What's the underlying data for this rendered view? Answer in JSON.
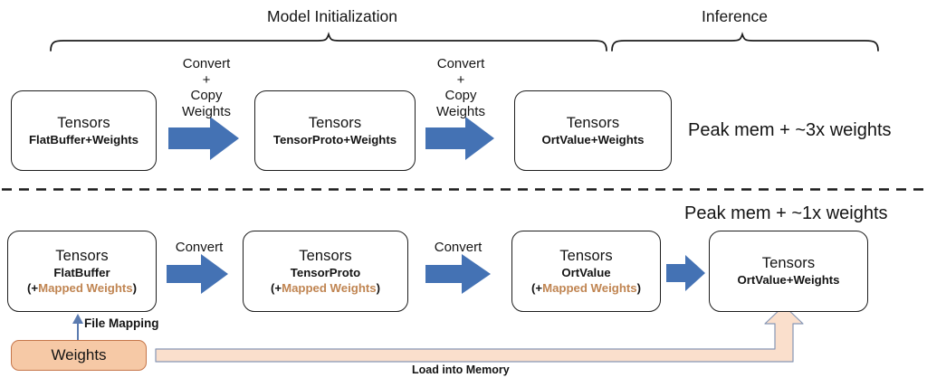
{
  "figure": {
    "title_top_left": "Model Initialization",
    "title_top_right": "Inference"
  },
  "top_row": {
    "phases": [
      {
        "label": "Model Initialization"
      },
      {
        "label": "Inference"
      }
    ],
    "boxes": [
      {
        "title": "Tensors",
        "sub": "FlatBuffer+Weights"
      },
      {
        "title": "Tensors",
        "sub": "TensorProto+Weights"
      },
      {
        "title": "Tensors",
        "sub": "OrtValue+Weights"
      }
    ],
    "arrows": [
      {
        "line1": "Convert",
        "line2": "+",
        "line3": "Copy",
        "line4": "Weights"
      },
      {
        "line1": "Convert",
        "line2": "+",
        "line3": "Copy",
        "line4": "Weights"
      }
    ],
    "peak_memory": "Peak mem + ~3x weights"
  },
  "bottom_row": {
    "peak_memory": "Peak mem + ~1x weights",
    "boxes": [
      {
        "title": "Tensors",
        "sub": "FlatBuffer",
        "mapped_open": "(+",
        "mapped_hl": "Mapped Weights",
        "mapped_close": ")"
      },
      {
        "title": "Tensors",
        "sub": "TensorProto",
        "mapped_open": "(+",
        "mapped_hl": "Mapped Weights",
        "mapped_close": ")"
      },
      {
        "title": "Tensors",
        "sub": "OrtValue",
        "mapped_open": "(+",
        "mapped_hl": "Mapped Weights",
        "mapped_close": ")"
      },
      {
        "title": "Tensors",
        "sub": "OrtValue+Weights"
      }
    ],
    "arrows": [
      {
        "label": "Convert"
      },
      {
        "label": "Convert"
      },
      {
        "label": ""
      }
    ],
    "weights_box": "Weights",
    "file_mapping_label": "File Mapping",
    "load_into_memory_label": "Load into Memory"
  },
  "colors": {
    "arrow_blue": "#4472b4",
    "mapped_weights_orange": "#c08552",
    "weights_fill": "#f6c9a6",
    "weights_border": "#c6764a",
    "load_arrow_fill": "#fadfcc",
    "load_arrow_border": "#8696b5",
    "box_border": "#1d1d1d",
    "divider": "#1a1a1a"
  }
}
